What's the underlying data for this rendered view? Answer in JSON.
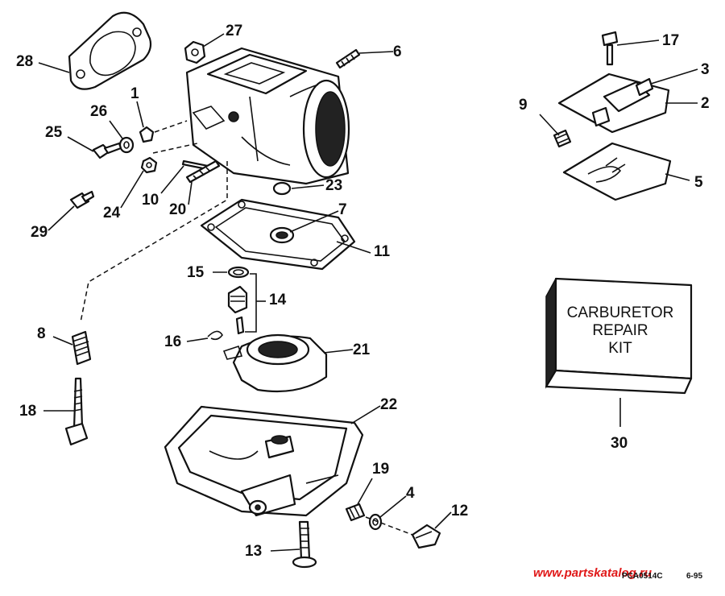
{
  "callouts": {
    "c1": "1",
    "c2": "2",
    "c3": "3",
    "c4": "4",
    "c5": "5",
    "c6": "6",
    "c7": "7",
    "c8": "8",
    "c9": "9",
    "c10": "10",
    "c11": "11",
    "c12": "12",
    "c13": "13",
    "c14": "14",
    "c15": "15",
    "c16": "16",
    "c17": "17",
    "c18": "18",
    "c19": "19",
    "c20": "20",
    "c21": "21",
    "c22": "22",
    "c23": "23",
    "c24": "24",
    "c25": "25",
    "c26": "26",
    "c27": "27",
    "c28": "28",
    "c29": "29",
    "c30": "30"
  },
  "kit": {
    "line1": "CARBURETOR",
    "line2": "REPAIR",
    "line3": "KIT"
  },
  "footer": {
    "code": "PCA0514C",
    "date": "6-95",
    "watermark": "www.partskatalog.ru"
  }
}
